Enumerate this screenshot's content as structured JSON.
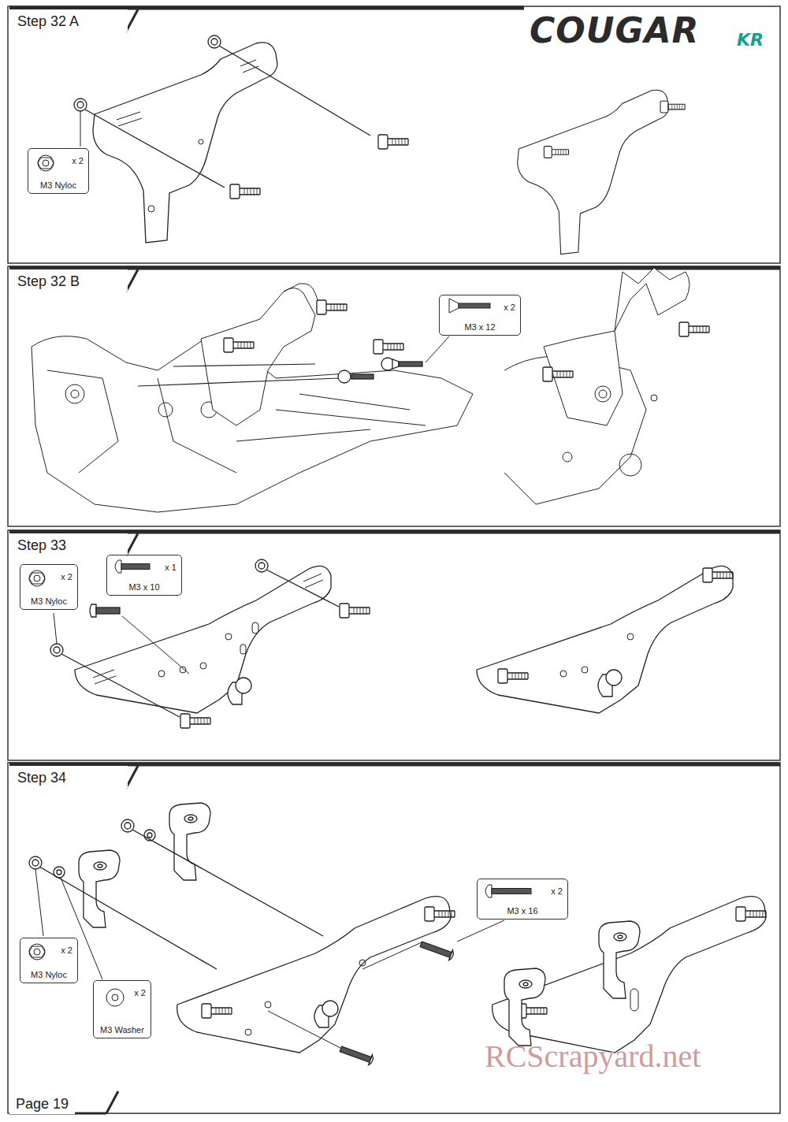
{
  "diagram": {
    "nodes": [
      {
        "text": [
          "Step 32 A"
        ]
      },
      {
        "text": [
          "x 2",
          "M3 Nyloc"
        ]
      },
      {
        "text": [
          "Step 32 B"
        ]
      },
      {
        "text": [
          "x 2",
          "M3 x 12"
        ]
      },
      {
        "text": [
          "Step 33"
        ]
      },
      {
        "text": [
          "x 2",
          "M3 Nyloc"
        ]
      },
      {
        "text": [
          "x 1",
          "M3 x 10"
        ]
      },
      {
        "text": [
          "Step 34"
        ]
      },
      {
        "text": [
          "x 2",
          "M3 x 16"
        ]
      },
      {
        "text": [
          "x 2",
          "M3 Nyloc"
        ]
      },
      {
        "text": [
          "x 2",
          "M3 Washer"
        ]
      }
    ],
    "labels": [
      "COUGAR",
      "KR",
      "Page 19",
      "RCScrapyard.net"
    ]
  }
}
